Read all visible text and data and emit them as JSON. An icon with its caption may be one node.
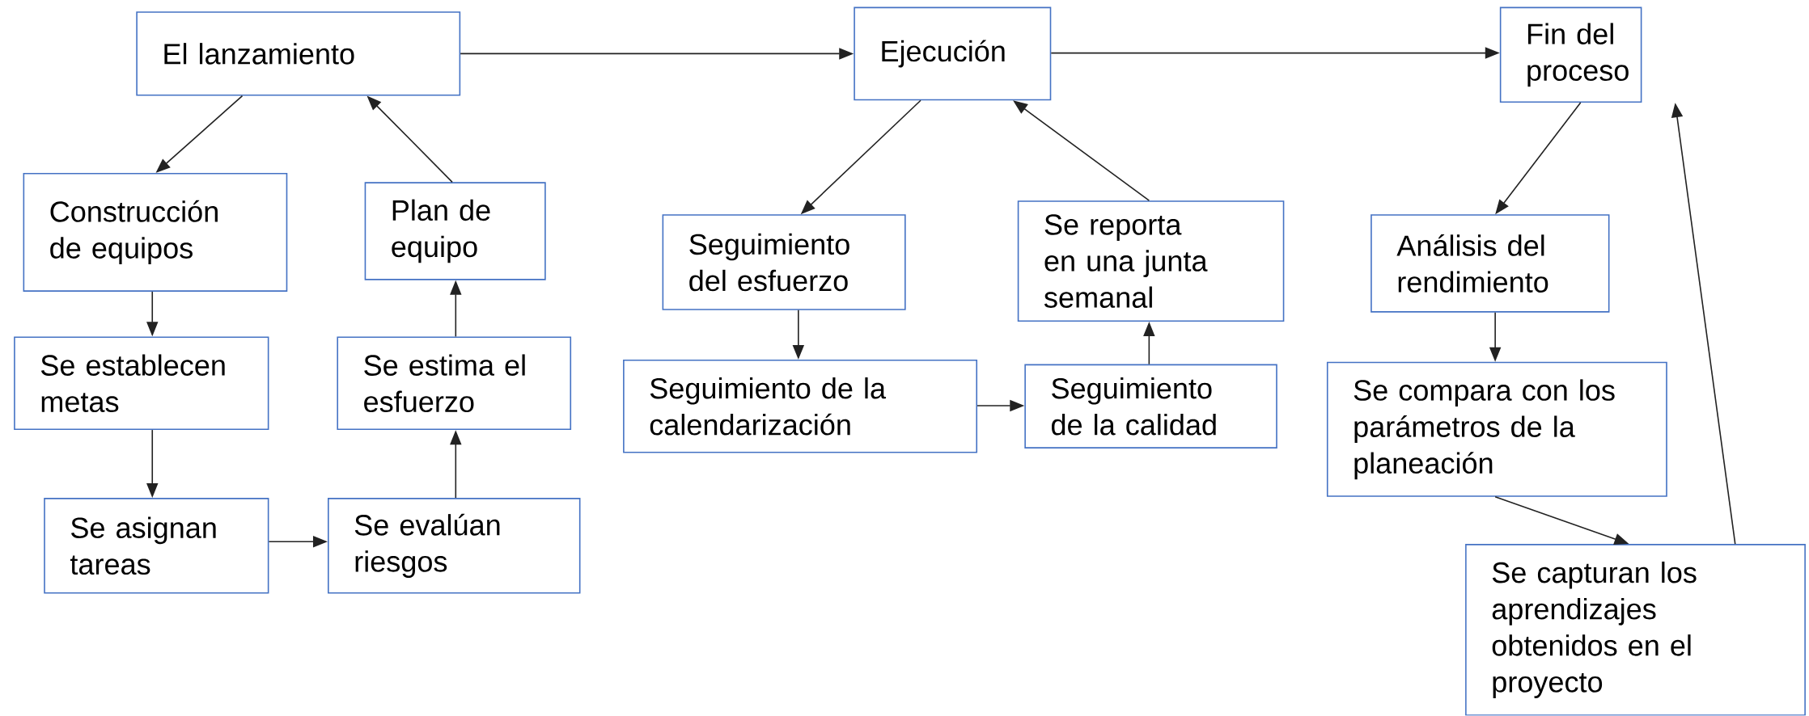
{
  "diagram": {
    "nodes": [
      {
        "text": [
          "El lanzamiento"
        ]
      },
      {
        "text": [
          "Ejecución"
        ]
      },
      {
        "text": [
          "Fin del proceso"
        ]
      },
      {
        "text": [
          "Construcción de equipos"
        ]
      },
      {
        "text": [
          "Plan de equipo"
        ]
      },
      {
        "text": [
          "Se establecen metas"
        ]
      },
      {
        "text": [
          "Se estima el esfuerzo"
        ]
      },
      {
        "text": [
          "Se asignan tareas"
        ]
      },
      {
        "text": [
          "Se evalúan riesgos"
        ]
      },
      {
        "text": [
          "Seguimiento del esfuerzo"
        ]
      },
      {
        "text": [
          "Se reporta en una junta semanal"
        ]
      },
      {
        "text": [
          "Seguimiento de la calendarización"
        ]
      },
      {
        "text": [
          "Seguimiento de la calidad"
        ]
      },
      {
        "text": [
          "Análisis del rendimiento"
        ]
      },
      {
        "text": [
          "Se compara con los parámetros de la planeación"
        ]
      },
      {
        "text": [
          "Se capturan los aprendizajes obtenidos en el proyecto"
        ]
      }
    ],
    "edges": [
      {
        "from": 0,
        "to": 1,
        "arrow": "to"
      },
      {
        "from": 1,
        "to": 2,
        "arrow": "to"
      },
      {
        "from": 0,
        "to": 3,
        "arrow": "to"
      },
      {
        "from": 4,
        "to": 0,
        "arrow": "to"
      },
      {
        "from": 3,
        "to": 5,
        "arrow": "to"
      },
      {
        "from": 5,
        "to": 7,
        "arrow": "to"
      },
      {
        "from": 7,
        "to": 8,
        "arrow": "to"
      },
      {
        "from": 8,
        "to": 6,
        "arrow": "to"
      },
      {
        "from": 6,
        "to": 4,
        "arrow": "to"
      },
      {
        "from": 1,
        "to": 9,
        "arrow": "to"
      },
      {
        "from": 10,
        "to": 1,
        "arrow": "to"
      },
      {
        "from": 9,
        "to": 11,
        "arrow": "to"
      },
      {
        "from": 11,
        "to": 12,
        "arrow": "to"
      },
      {
        "from": 12,
        "to": 10,
        "arrow": "to"
      },
      {
        "from": 2,
        "to": 13,
        "arrow": "to"
      },
      {
        "from": 13,
        "to": 14,
        "arrow": "to"
      },
      {
        "from": 14,
        "to": 15,
        "arrow": "to"
      },
      {
        "from": 15,
        "to": 2,
        "arrow": "to"
      }
    ]
  }
}
